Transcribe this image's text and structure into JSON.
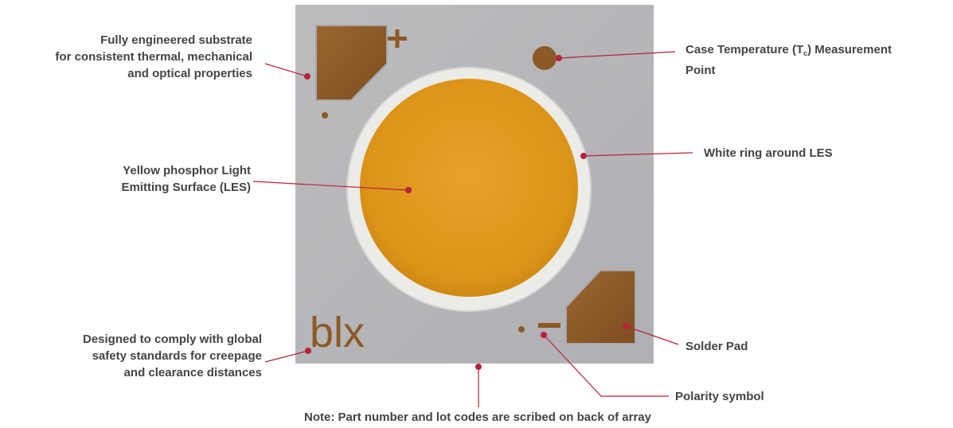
{
  "colors": {
    "leader": "#b8223a",
    "substrate": "#b7b7ba",
    "pad": "#8c5a26",
    "les": "#e09a1e",
    "ring": "#ebebe8",
    "text": "#444444"
  },
  "product_logo": "blx",
  "polarity": {
    "positive": "+",
    "negative": "−"
  },
  "callouts": {
    "substrate": {
      "lines": [
        "Fully engineered substrate",
        "for consistent thermal, mechanical",
        "and optical properties"
      ]
    },
    "case_temp": {
      "line1_pre": "Case Temperature (T",
      "line1_sub": "c",
      "line1_post": ") Measurement",
      "line2": "Point"
    },
    "white_ring": {
      "text": "White ring around LES"
    },
    "les": {
      "lines": [
        "Yellow phosphor Light",
        "Emitting Surface (LES)"
      ]
    },
    "creepage": {
      "lines": [
        "Designed to comply with global",
        "safety standards for creepage",
        "and clearance distances"
      ]
    },
    "solder_pad": {
      "text": "Solder Pad"
    },
    "polarity": {
      "text": "Polarity symbol"
    },
    "note": {
      "text": "Note: Part number and lot codes are scribed on back of array"
    }
  }
}
